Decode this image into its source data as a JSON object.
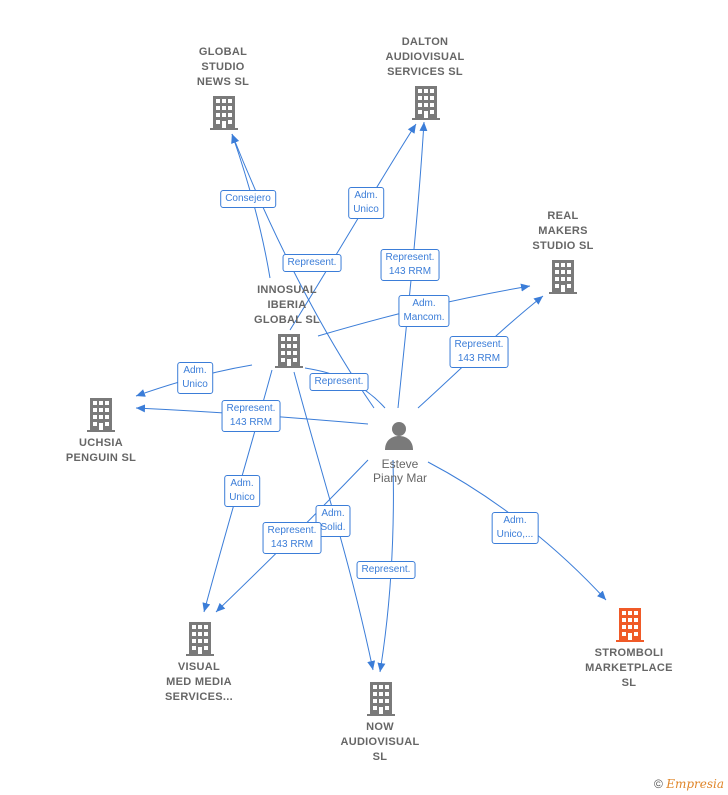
{
  "nodes": {
    "global_studio": {
      "label": "GLOBAL\nSTUDIO\nNEWS  SL"
    },
    "dalton": {
      "label": "DALTON\nAUDIOVISUAL\nSERVICES  SL"
    },
    "real_makers": {
      "label": "REAL\nMAKERS\nSTUDIO  SL"
    },
    "innosual": {
      "label": "INNOSUAL\nIBERIA\nGLOBAL  SL"
    },
    "uchsia": {
      "label": "UCHSIA\nPENGUIN  SL"
    },
    "visual_med": {
      "label": "VISUAL\nMED MEDIA\nSERVICES..."
    },
    "now_audiovisual": {
      "label": "NOW\nAUDIOVISUAL\nSL"
    },
    "stromboli": {
      "label": "STROMBOLI\nMARKETPLACE\nSL"
    },
    "person": {
      "label": "Esteve\nPiany Mar"
    }
  },
  "edges": {
    "consejero": "Consejero",
    "adm_unico_dalton": "Adm.\nUnico",
    "represent_global": "Represent.",
    "represent_143_dalton": "Represent.\n143 RRM",
    "adm_mancom": "Adm.\nMancom.",
    "represent_143_real": "Represent.\n143 RRM",
    "adm_unico_uchsia": "Adm.\nUnico",
    "represent_innosual": "Represent.",
    "represent_143_uchsia": "Represent.\n143 RRM",
    "adm_unico_visual": "Adm.\nUnico",
    "adm_solid": "Adm.\nSolid.",
    "represent_143_visual": "Represent.\n143 RRM",
    "represent_now": "Represent.",
    "adm_unico_stromboli": "Adm.\nUnico,..."
  },
  "colors": {
    "edge": "#3b7dd8",
    "building": "#7a7a7a",
    "building_main": "#f05a28",
    "person": "#7a7a7a"
  },
  "footer": {
    "copyright": "©",
    "brand": "Empresia"
  }
}
